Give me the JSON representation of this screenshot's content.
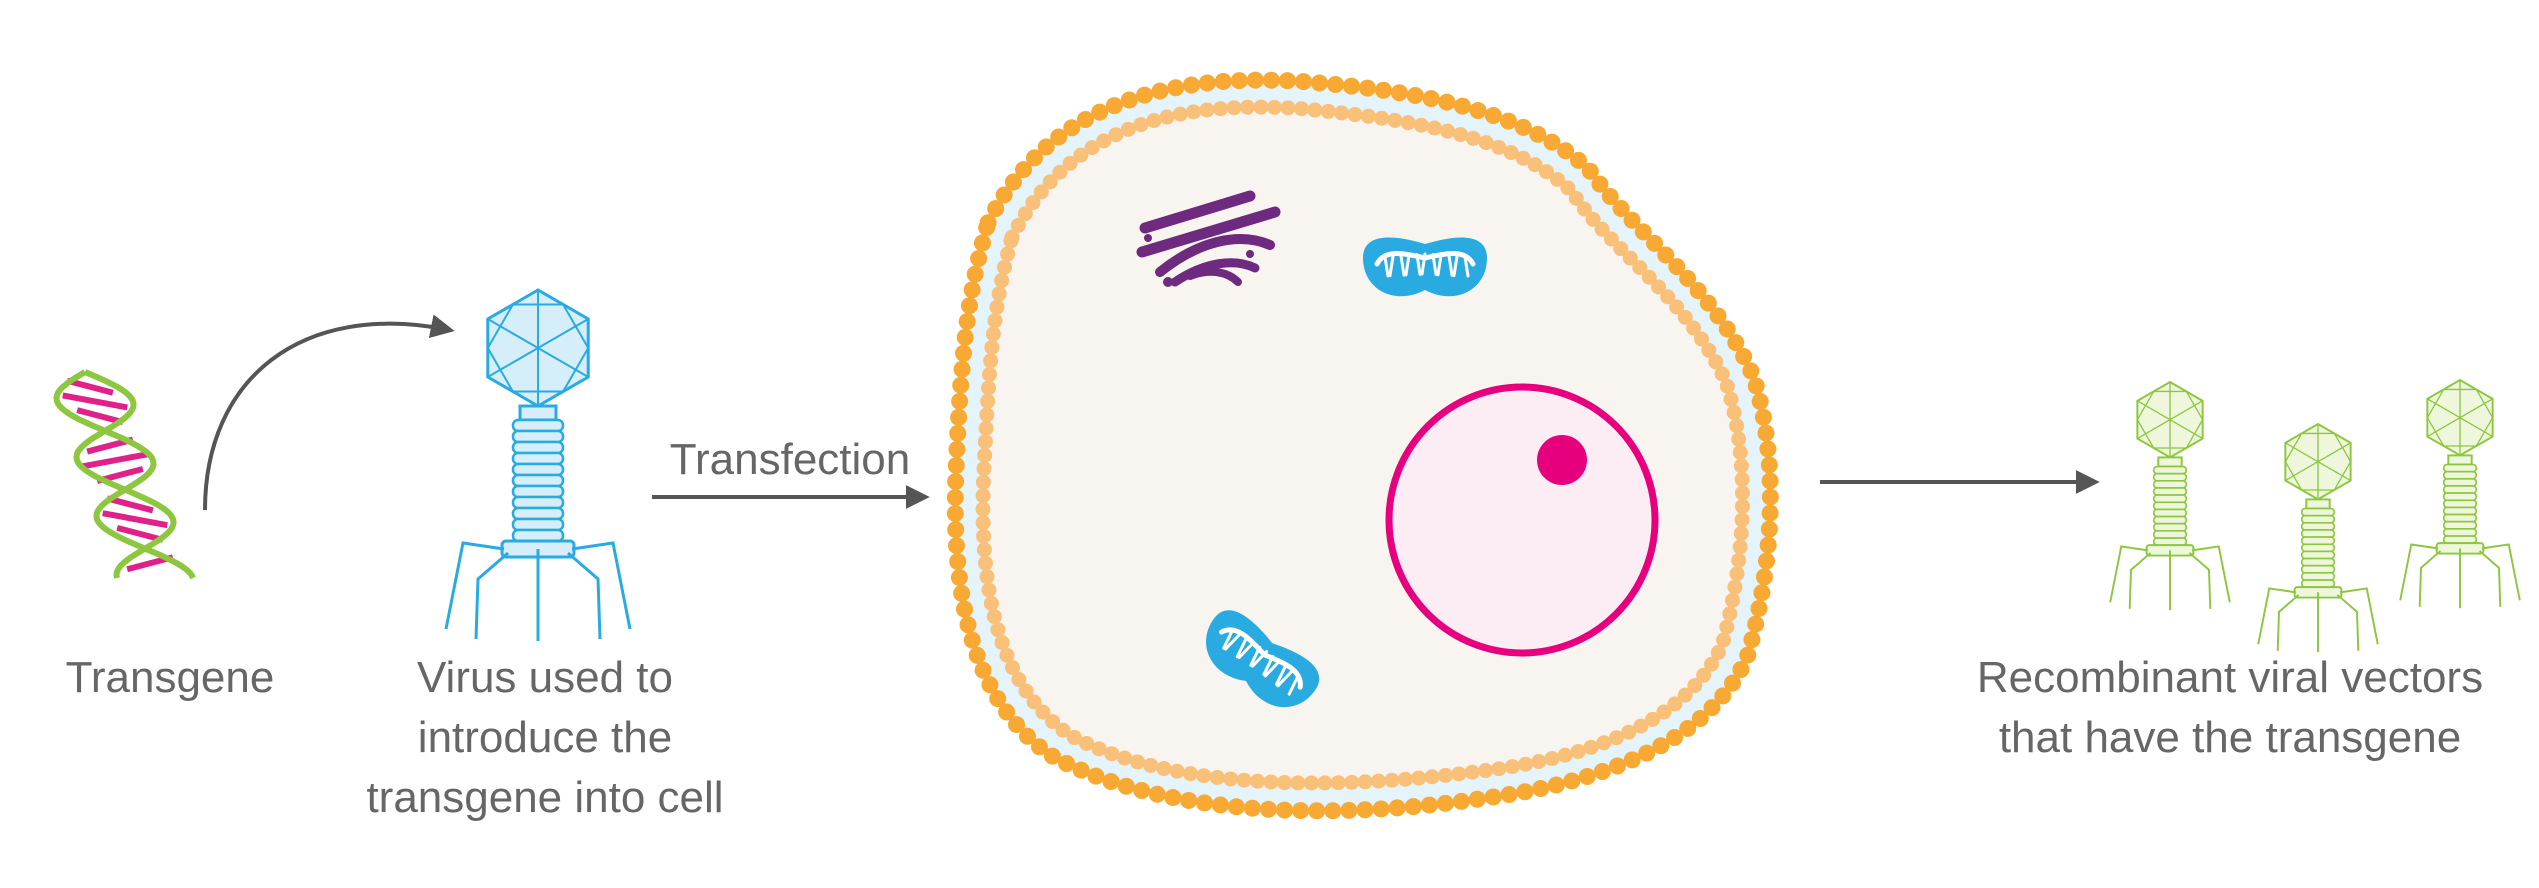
{
  "labels": {
    "transgene": "Transgene",
    "virus": [
      "Virus used to",
      "introduce the",
      "transgene into cell"
    ],
    "transfection": "Transfection",
    "recombinant": [
      "Recombinant viral vectors",
      "that have the transgene"
    ]
  },
  "colors": {
    "text": "#666666",
    "arrow": "#555555",
    "dna_backbone": "#8dc63f",
    "dna_rungs": "#e0218a",
    "virus": "#29abe2",
    "virus_fill": "#d6eef9",
    "vector": "#8dc63f",
    "vector_fill": "#eef6dc",
    "membrane_outer": "#f7a934",
    "membrane_inner": "#f9c07a",
    "membrane_gap": "#e4f4fa",
    "cytoplasm": "#f8f5f0",
    "nucleus": "#e6007e",
    "nucleus_fill": "#fcecf3",
    "nucleolus": "#e6007e",
    "golgi": "#6d2a7e",
    "mitochondria": "#29abe2"
  },
  "icons": [
    "dna-icon",
    "virus-icon",
    "cell-icon",
    "nucleus-icon",
    "golgi-icon",
    "mitochondrion-icon",
    "vector-icon"
  ]
}
